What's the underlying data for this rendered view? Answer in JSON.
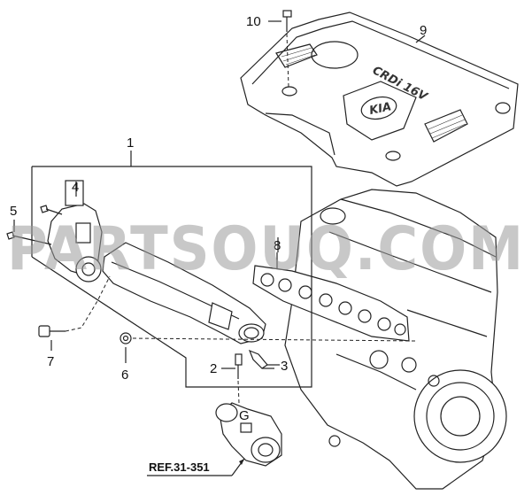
{
  "diagram": {
    "callouts": {
      "c1": "1",
      "c2": "2",
      "c3": "3",
      "c4": "4",
      "c5": "5",
      "c6": "6",
      "c7": "7",
      "c8": "8",
      "c9": "9",
      "c10": "10"
    },
    "reference_label": "REF.31-351",
    "cover_logo": "CRDi 16V",
    "brand_badge": "KIA",
    "watermark": "PARTSOUQ.COM"
  }
}
